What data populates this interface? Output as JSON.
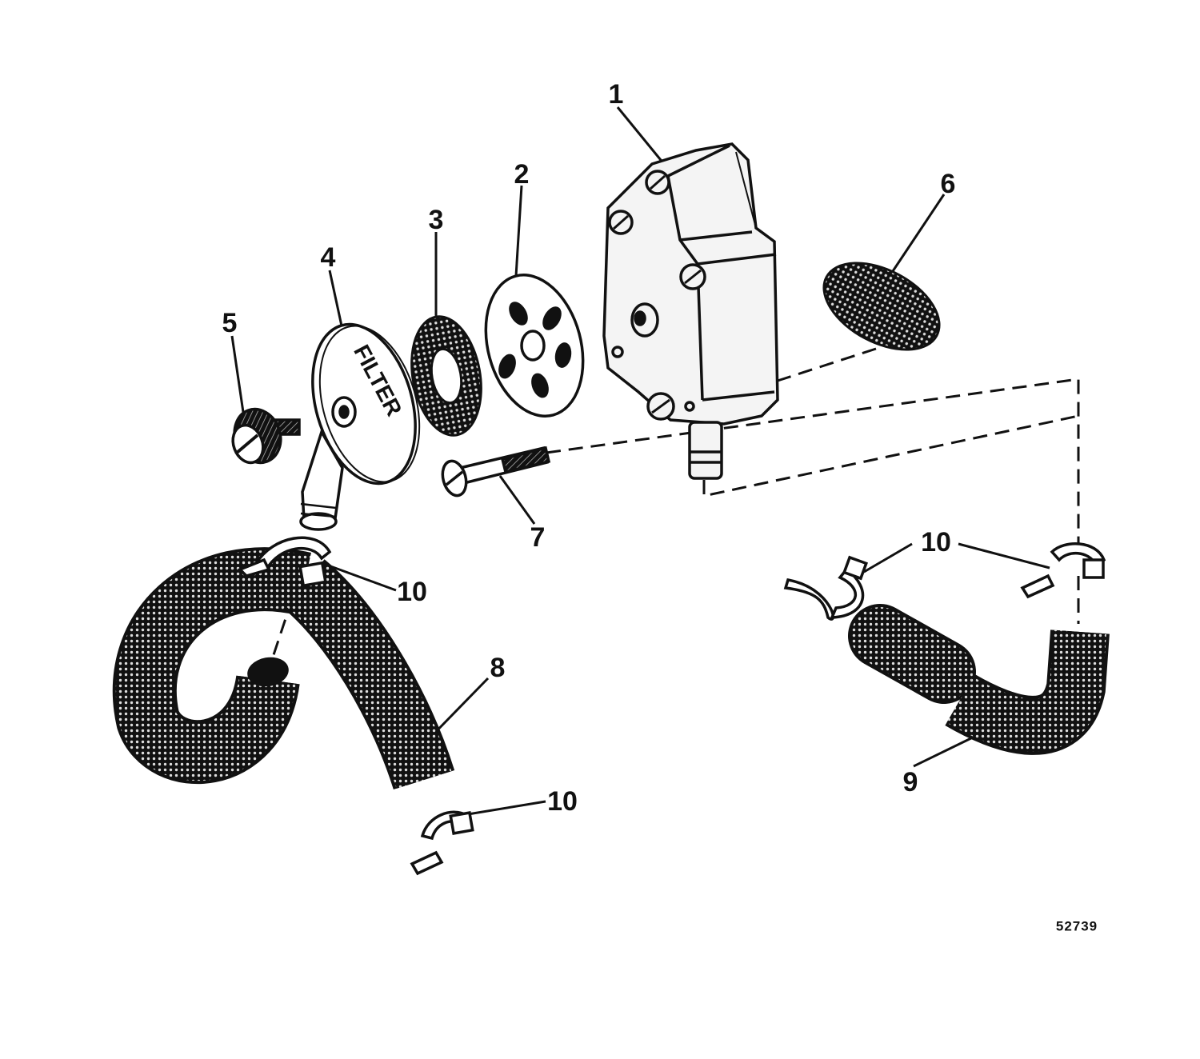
{
  "labels": {
    "pump": "1",
    "diaphragm_plate": "2",
    "screen": "3",
    "filter_cover": "4",
    "thumb_screw": "5",
    "gasket": "6",
    "bolt": "7",
    "hose_left": "8",
    "hose_right": "9",
    "clamp_top_left": "10",
    "clamp_bottom_left": "10",
    "clamp_mid_right": "10",
    "clamp_far_right": "10"
  },
  "cover_text": "FILTER",
  "figure_number": "52739",
  "colors": {
    "ink": "#111111",
    "paper": "#ffffff",
    "metal": "#f4f4f4"
  }
}
